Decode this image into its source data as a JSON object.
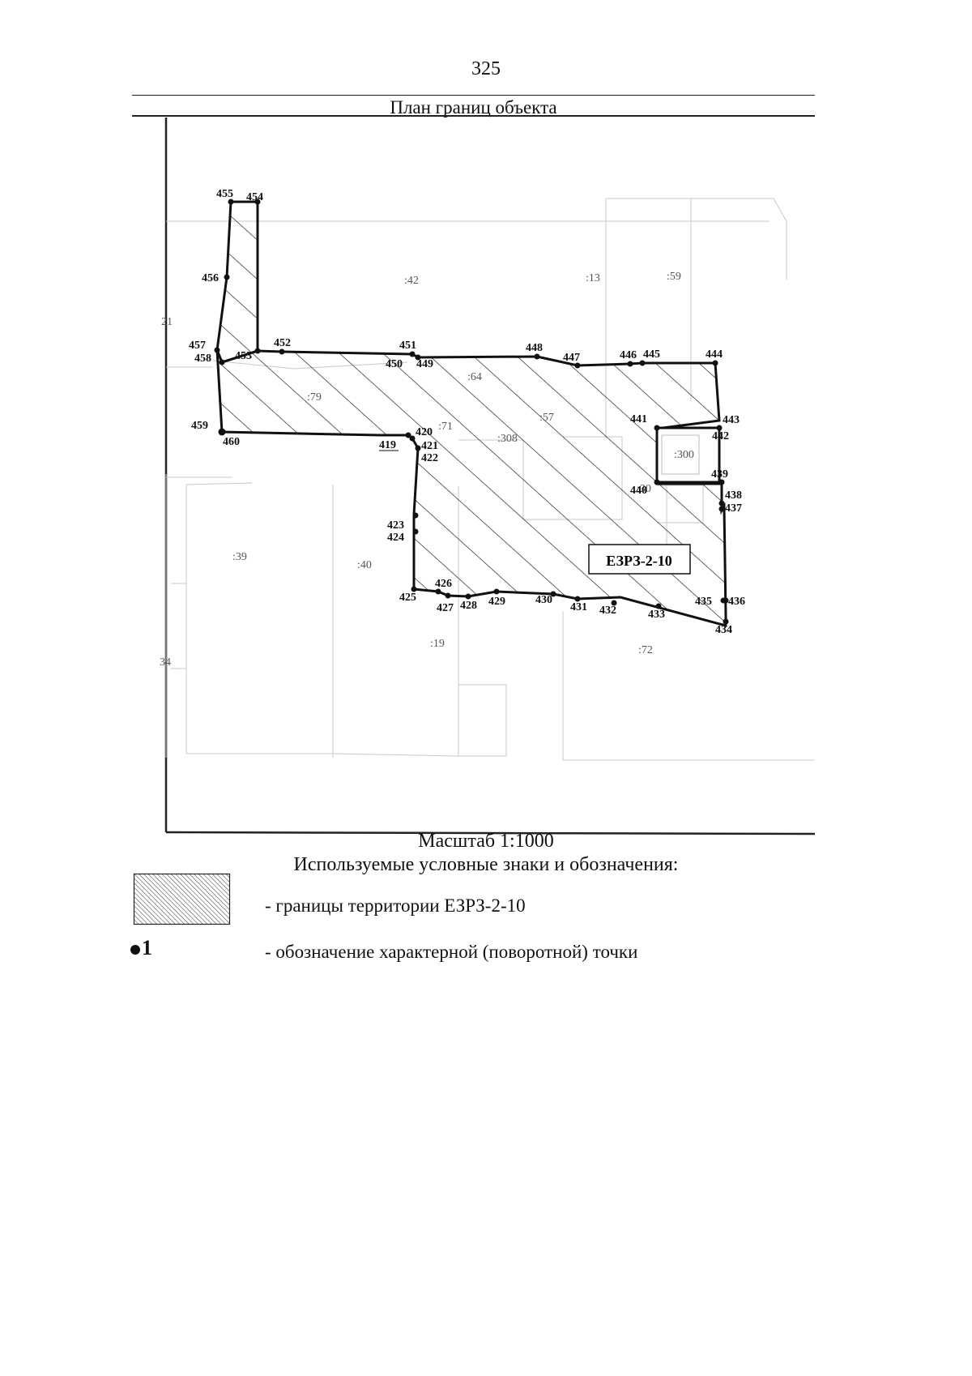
{
  "header": {
    "page_number": "325",
    "map_title": "План границ объекта"
  },
  "map": {
    "zone_label": "ЕЗРЗ-2-10",
    "parcels": [
      {
        "label": ":42"
      },
      {
        "label": ":13"
      },
      {
        "label": ":59"
      },
      {
        "label": "21"
      },
      {
        "label": ":79"
      },
      {
        "label": ":64"
      },
      {
        "label": ":71"
      },
      {
        "label": ":57"
      },
      {
        "label": ":308"
      },
      {
        "label": ":300"
      },
      {
        "label": ":39"
      },
      {
        "label": ":40"
      },
      {
        "label": ":19"
      },
      {
        "label": ":72"
      },
      {
        "label": "34"
      },
      {
        "label": ":30"
      }
    ],
    "points": [
      "419",
      "420",
      "421",
      "422",
      "423",
      "424",
      "425",
      "426",
      "427",
      "428",
      "429",
      "430",
      "431",
      "432",
      "433",
      "434",
      "435",
      "436",
      "437",
      "438",
      "439",
      "440",
      "441",
      "442",
      "443",
      "444",
      "445",
      "446",
      "447",
      "448",
      "449",
      "450",
      "451",
      "452",
      "453",
      "454",
      "455",
      "456",
      "457",
      "458",
      "459",
      "460"
    ]
  },
  "footer": {
    "scale": "Масштаб 1:1000",
    "legend_title": "Используемые условные знаки и обозначения:",
    "legend_area": "- границы территории ЕЗРЗ-2-10",
    "legend_point_symbol": "1",
    "legend_point": "- обозначение характерной (поворотной) точки"
  }
}
